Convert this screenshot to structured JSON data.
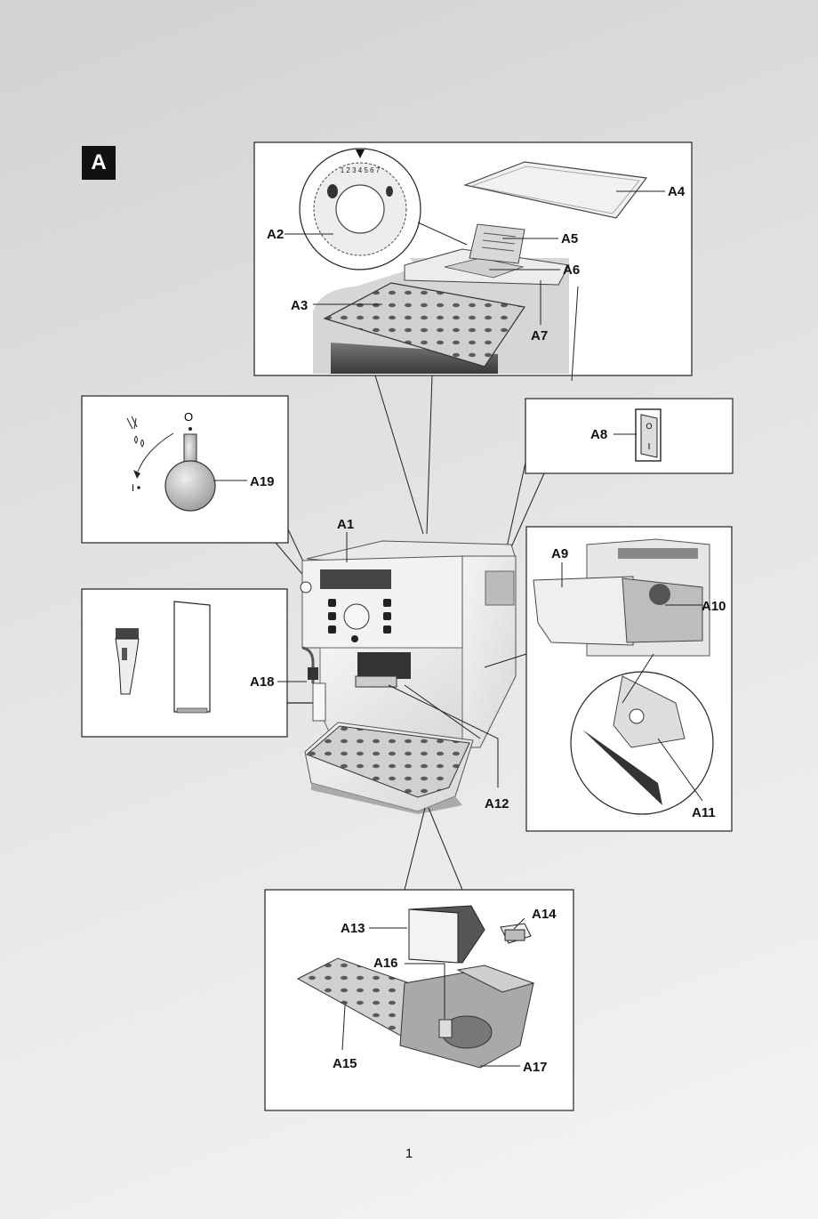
{
  "figure": {
    "id": "A",
    "page_number": "1"
  },
  "labels": {
    "A1": "A1",
    "A2": "A2",
    "A3": "A3",
    "A4": "A4",
    "A5": "A5",
    "A6": "A6",
    "A7": "A7",
    "A8": "A8",
    "A9": "A9",
    "A10": "A10",
    "A11": "A11",
    "A12": "A12",
    "A13": "A13",
    "A14": "A14",
    "A15": "A15",
    "A16": "A16",
    "A17": "A17",
    "A18": "A18",
    "A19": "A19"
  },
  "dial": {
    "marks": "1 2 3 4 5 6 7"
  },
  "switch": {
    "on_symbol": "I",
    "off_symbol": "O"
  },
  "steam_knob": {
    "top_symbol": "O",
    "bottom_symbol": "I"
  }
}
